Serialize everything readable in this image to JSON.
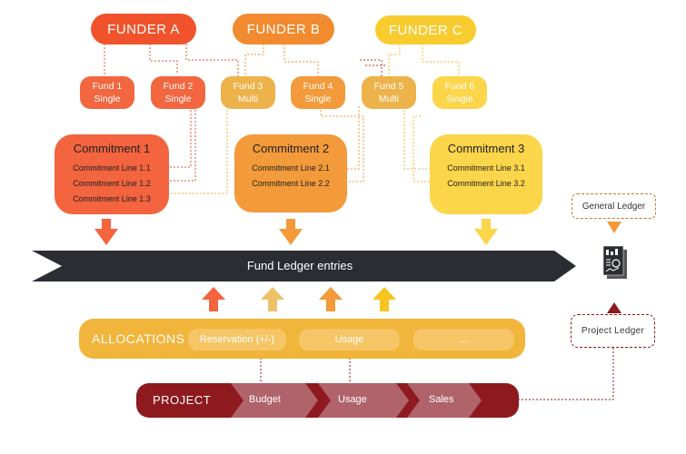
{
  "funders": [
    {
      "label": "FUNDER A",
      "color": "#f0532b"
    },
    {
      "label": "FUNDER B",
      "color": "#f28a2f"
    },
    {
      "label": "FUNDER C",
      "color": "#f8cc2f"
    }
  ],
  "funds": [
    {
      "line1": "Fund 1",
      "line2": "Single",
      "color": "#f26640"
    },
    {
      "line1": "Fund 2",
      "line2": "Single",
      "color": "#f26640"
    },
    {
      "line1": "Fund 3",
      "line2": "Multi",
      "color": "#edb24a"
    },
    {
      "line1": "Fund 4",
      "line2": "Single",
      "color": "#f39a3a"
    },
    {
      "line1": "Fund 5",
      "line2": "Multi",
      "color": "#edb24a"
    },
    {
      "line1": "Fund 6",
      "line2": "Single",
      "color": "#fbd54a"
    }
  ],
  "commitments": [
    {
      "title": "Commitment 1",
      "lines": [
        "Commitment Line 1.1",
        "Commitment Line 1.2",
        "Commitment Line 1.3"
      ],
      "color": "#f3643f"
    },
    {
      "title": "Commitment 2",
      "lines": [
        "Commitment Line 2.1",
        "Commitment Line 2.2"
      ],
      "color": "#f39a3a"
    },
    {
      "title": "Commitment 3",
      "lines": [
        "Commitment Line 3.1",
        "Commitment Line 3.2"
      ],
      "color": "#fbd54a"
    }
  ],
  "ledger": {
    "label": "Fund Ledger entries",
    "color": "#2b2d33"
  },
  "allocations": {
    "title": "ALLOCATIONS",
    "items": [
      "Reservation (+/-)",
      "Usage",
      "..."
    ],
    "color": "#f2b53c"
  },
  "project": {
    "title": "PROJECT",
    "stages": [
      "Budget",
      "Usage",
      "Sales"
    ],
    "color": "#8e1a1f"
  },
  "side": {
    "general_ledger": "General Ledger",
    "project_ledger": "Project  Ledger"
  },
  "icons": {
    "ledger_document": "ledger-document-icon"
  }
}
